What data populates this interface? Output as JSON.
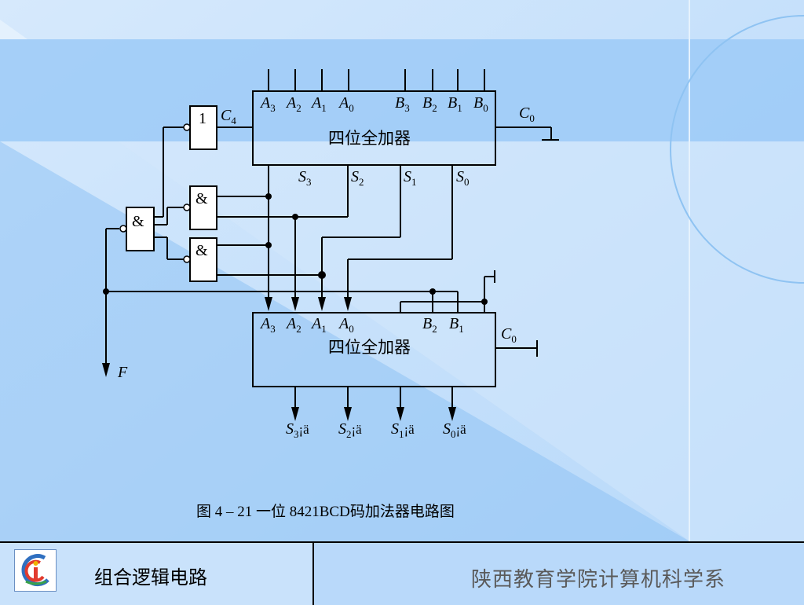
{
  "diagram": {
    "top_adder": {
      "title": "四位全加器",
      "inputs_a": [
        {
          "name": "A",
          "sub": "3"
        },
        {
          "name": "A",
          "sub": "2"
        },
        {
          "name": "A",
          "sub": "1"
        },
        {
          "name": "A",
          "sub": "0"
        }
      ],
      "inputs_b": [
        {
          "name": "B",
          "sub": "3"
        },
        {
          "name": "B",
          "sub": "2"
        },
        {
          "name": "B",
          "sub": "1"
        },
        {
          "name": "B",
          "sub": "0"
        }
      ],
      "carry_in": {
        "name": "C",
        "sub": "0"
      },
      "outputs": [
        {
          "name": "S",
          "sub": "3"
        },
        {
          "name": "S",
          "sub": "2"
        },
        {
          "name": "S",
          "sub": "1"
        },
        {
          "name": "S",
          "sub": "0"
        }
      ]
    },
    "carry_out_label": {
      "name": "C",
      "sub": "4"
    },
    "not_gate_symbol": "1",
    "and_gate_symbol": "&",
    "bottom_adder": {
      "title": "四位全加器",
      "inputs_a": [
        {
          "name": "A",
          "sub": "3"
        },
        {
          "name": "A",
          "sub": "2"
        },
        {
          "name": "A",
          "sub": "1"
        },
        {
          "name": "A",
          "sub": "0"
        }
      ],
      "inputs_b": [
        {
          "name": "B",
          "sub": "2"
        },
        {
          "name": "B",
          "sub": "1"
        }
      ],
      "carry_in": {
        "name": "C",
        "sub": "0"
      },
      "outputs": [
        {
          "name": "S",
          "sub": "3",
          "suffix": "¡ä"
        },
        {
          "name": "S",
          "sub": "2",
          "suffix": "¡ä"
        },
        {
          "name": "S",
          "sub": "1",
          "suffix": "¡ä"
        },
        {
          "name": "S",
          "sub": "0",
          "suffix": "¡ä"
        }
      ]
    },
    "output_f": "F",
    "caption": "图 4 – 21  一位 8421BCD码加法器电路图"
  },
  "footer": {
    "course_title": "组合逻辑电路",
    "department": "陕西教育学院计算机科学系"
  },
  "colors": {
    "background_light": "#c8e1fb",
    "band": "#9ccaf7",
    "footer_bg": "#a8d0f8"
  }
}
